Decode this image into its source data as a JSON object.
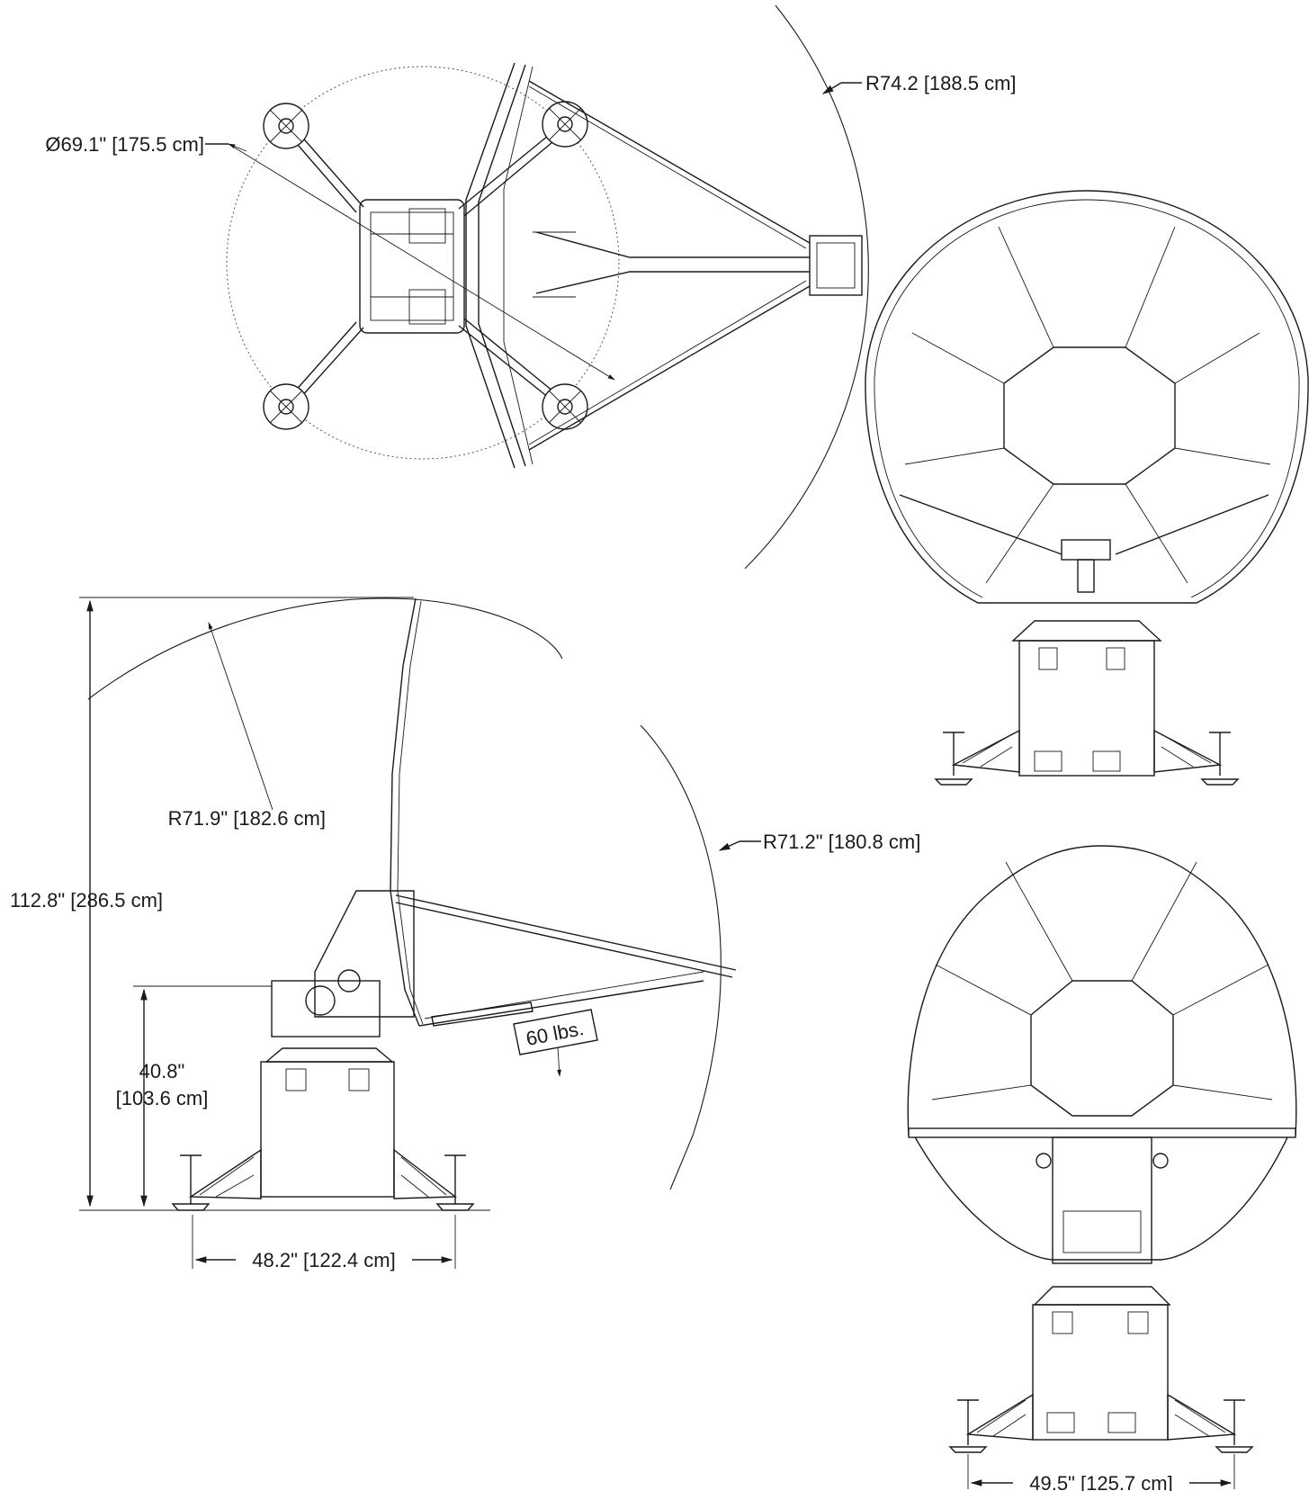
{
  "dimensions": {
    "top_diameter": "Ø69.1\" [175.5 cm]",
    "top_radius": "R74.2 [188.5 cm]",
    "side_reflector_radius": "R71.9\" [182.6 cm]",
    "side_sweep_radius": "R71.2\" [180.8 cm]",
    "overall_height": "112.8\" [286.5 cm]",
    "base_height_line1": "40.8\"",
    "base_height_line2": "[103.6 cm]",
    "foot_span_side": "48.2\" [122.4 cm]",
    "foot_span_rear": "49.5\" [125.7 cm]"
  },
  "callouts": {
    "weight": "60 lbs."
  },
  "views": [
    "top-view",
    "front-view",
    "side-view",
    "rear-view"
  ]
}
